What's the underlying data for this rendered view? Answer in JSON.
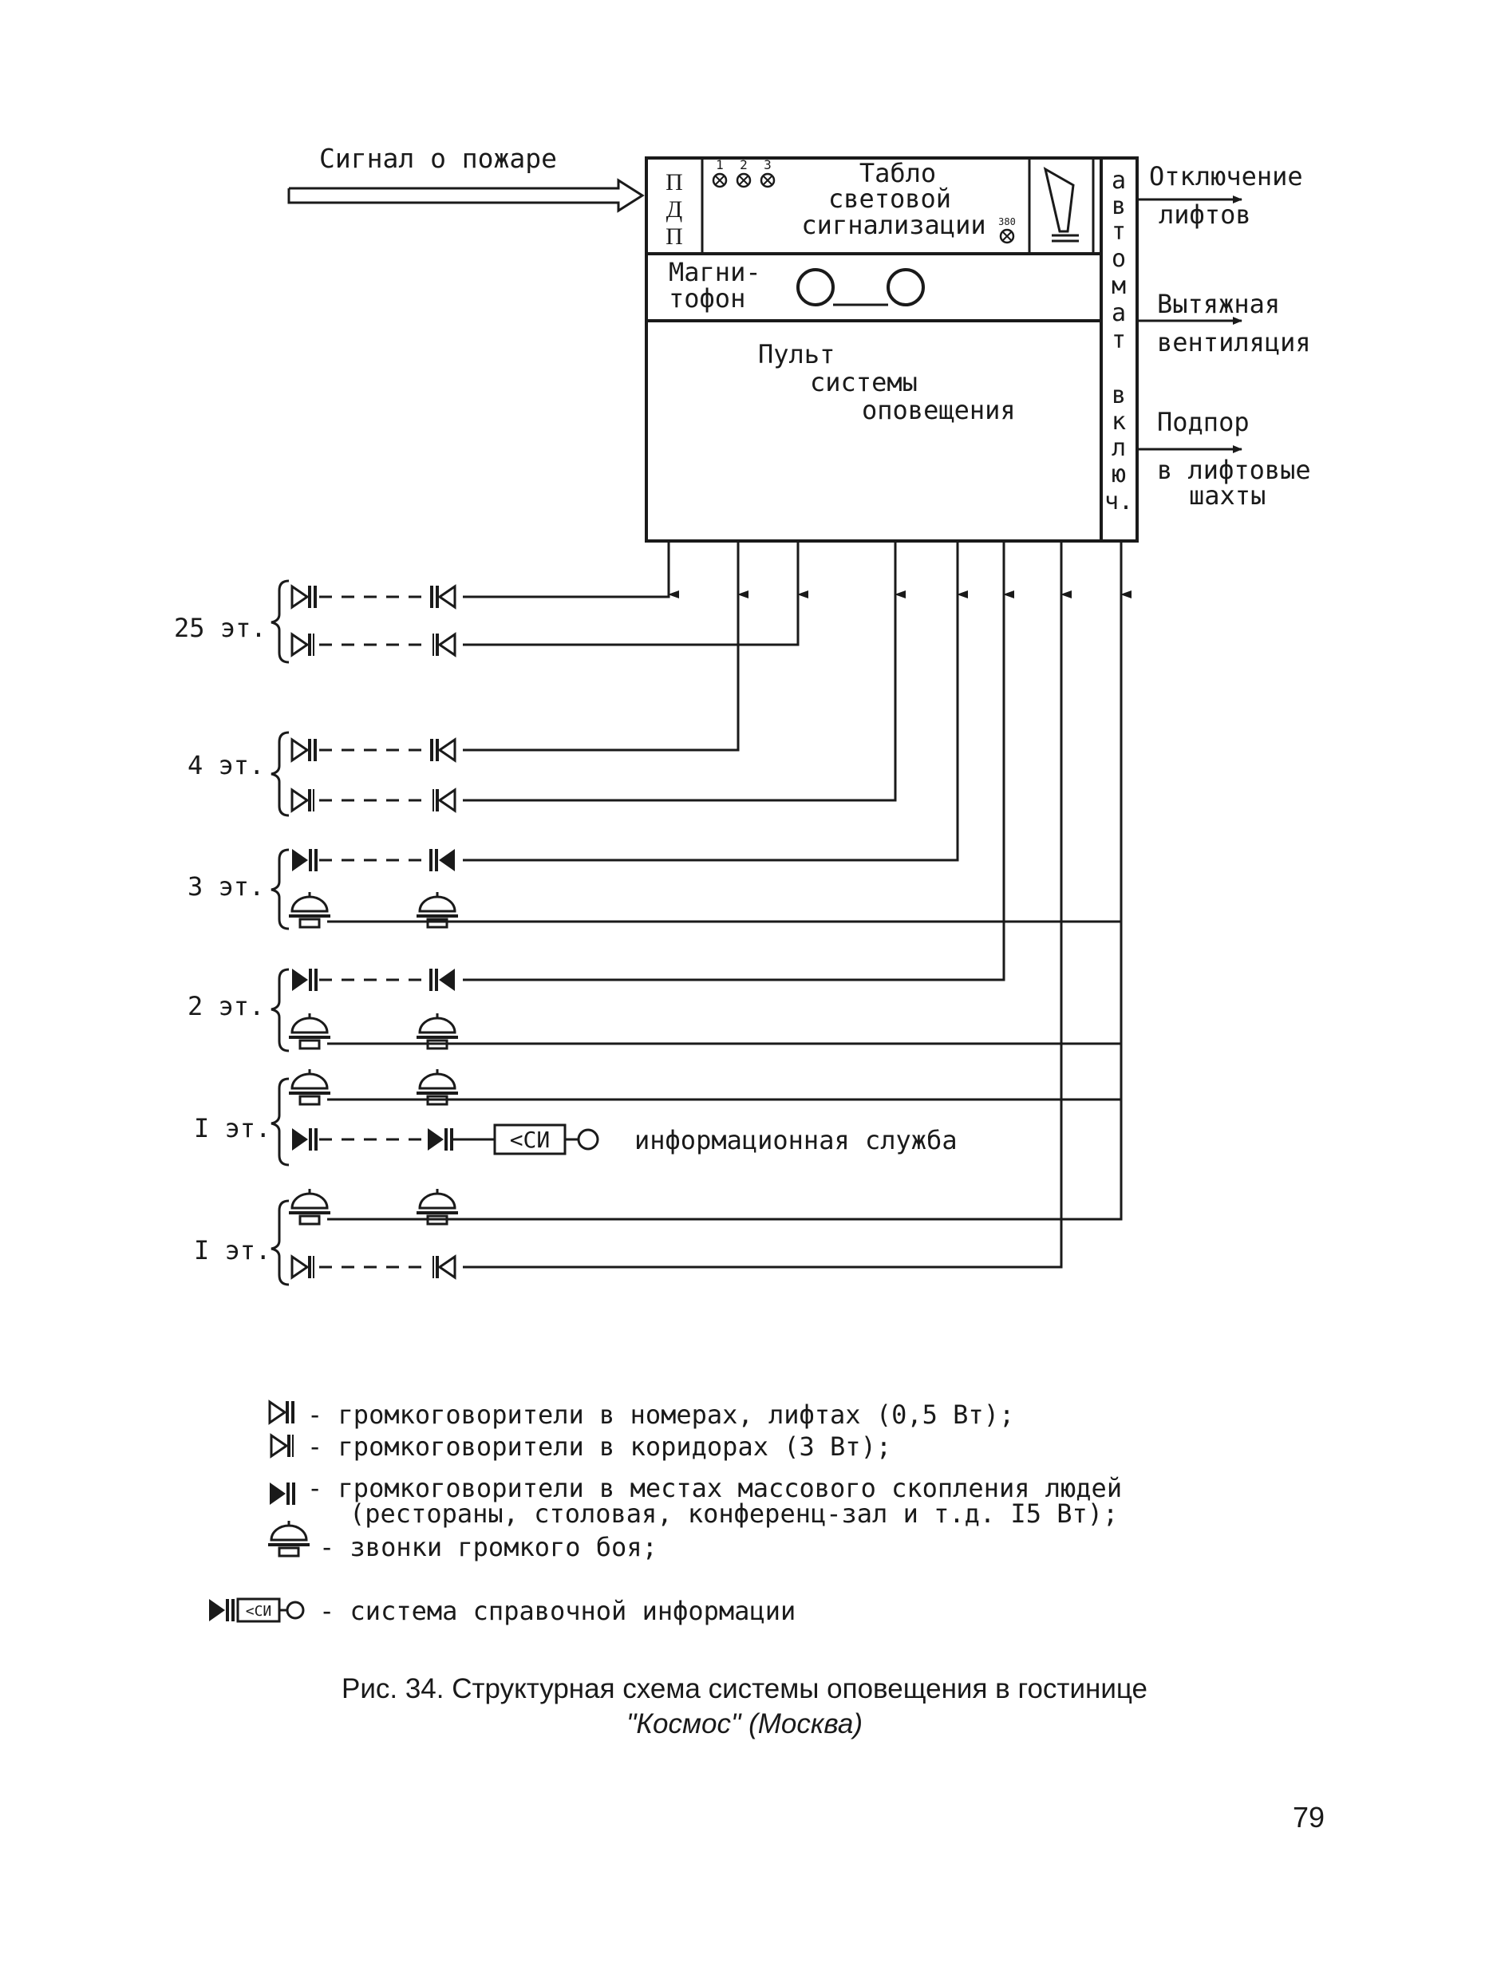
{
  "diagram": {
    "signal_label": "Сигнал о пожаре",
    "ppp_label": [
      "П",
      "Д",
      "П"
    ],
    "lamp_numbers": [
      "1",
      "2",
      "3"
    ],
    "tablo_label": [
      "Табло",
      "световой",
      "сигнализации"
    ],
    "tablo_small": "380",
    "magnitofon_label": [
      "Магни-",
      "тофон"
    ],
    "pult_label": [
      "Пульт",
      "системы",
      "оповещения"
    ],
    "avtomat_label": [
      "а",
      "в",
      "т",
      "о",
      "м",
      "а",
      "т",
      "",
      "в",
      "к",
      "л",
      "ю",
      "ч."
    ],
    "outputs": [
      [
        "Отключение",
        "лифтов"
      ],
      [
        "Вытяжная",
        "вентиляция"
      ],
      [
        "Подпор",
        "в лифтовые",
        "шахты"
      ]
    ],
    "floor_labels": [
      "25 эт.",
      "4 эт.",
      "3 эт.",
      "2 эт.",
      "I эт.",
      "I эт."
    ],
    "si_box": "<СИ",
    "info_service": "информационная служба"
  },
  "legend": [
    "- громкоговорители в номерах, лифтах (0,5 Вт);",
    "- громкоговорители в коридорах (3 Вт);",
    "- громкоговорители в местах массового скопления людей",
    "(рестораны, столовая, конференц-зал и т.д. I5 Вт);",
    "- звонки громкого боя;",
    "- система справочной информации"
  ],
  "caption": {
    "line1": "Рис. 34. Структурная схема системы оповещения в гостинице",
    "line2": "\"Космос\" (Москва)"
  },
  "page_number": "79"
}
